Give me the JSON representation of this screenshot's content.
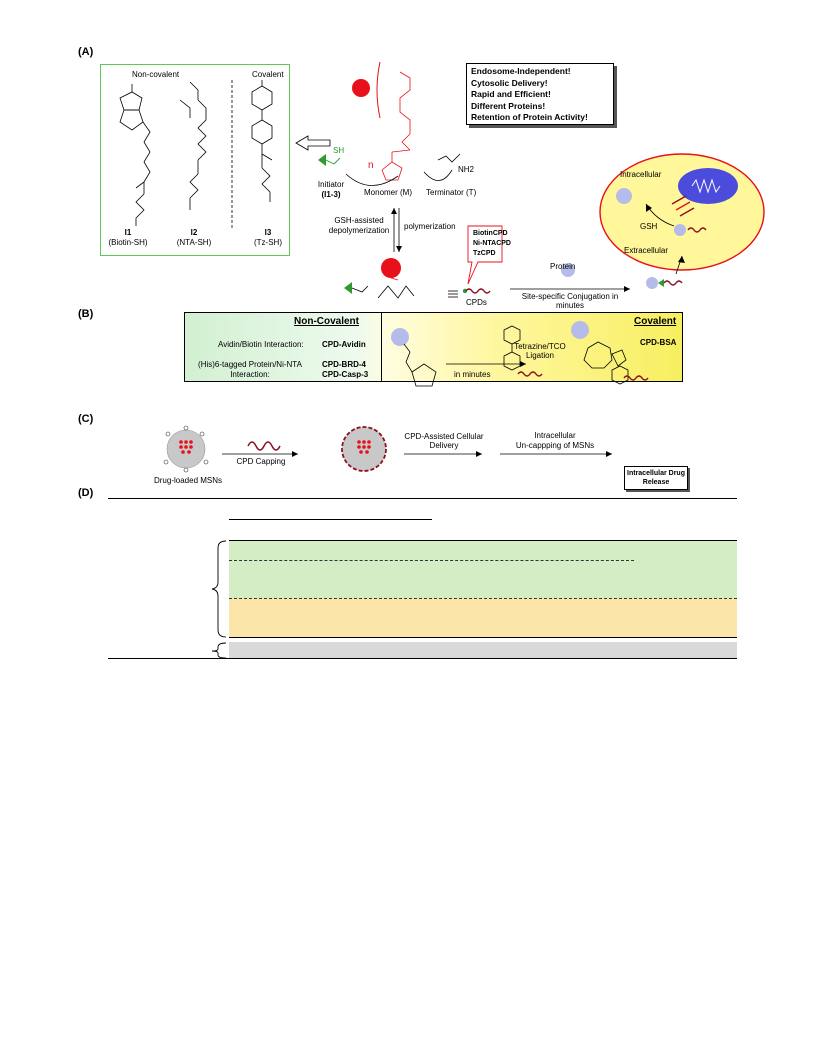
{
  "panels": {
    "a": "(A)",
    "b": "(B)",
    "c": "(C)",
    "d": "(D)"
  },
  "panel_a": {
    "noncovalent_label": "Non-covalent",
    "covalent_label": "Covalent",
    "i1_code": "I1",
    "i1_name": "(Biotin-SH)",
    "i2_code": "I2",
    "i2_name": "(NTA-SH)",
    "i3_code": "I3",
    "i3_name": "(Tz-SH)",
    "features": [
      "Endosome-Independent!",
      "Cytosolic Delivery!",
      "Rapid and Efficient!",
      "Different Proteins!",
      "Retention of Protein Activity!"
    ],
    "initiator_label": "Initiator",
    "initiator_code": "(I1-3)",
    "monomer_label": "Monomer (M)",
    "terminator_label": "Terminator (T)",
    "n_label": "n",
    "gsh_depoly": "GSH-assisted depolymerization",
    "polymerization": "polymerization",
    "cpd_variants": [
      "BiotinCPD",
      "Ni-NTACPD",
      "TzCPD"
    ],
    "cpds_label": "CPDs",
    "protein_label": "Protein",
    "conjugation_label": "Site-specific Conjugation in minutes",
    "intracellular": "Intracellular",
    "extracellular": "Extracellular",
    "gsh": "GSH",
    "sh_label": "SH",
    "nh2_label": "NH2"
  },
  "panel_b": {
    "noncovalent_title": "Non-Covalent",
    "covalent_title": "Covalent",
    "avidin_text": "Avidin/Biotin Interaction:",
    "avidin_code": "CPD-Avidin",
    "his_text": "(His)6-tagged Protein/Ni-NTA Interaction:",
    "his_codes": [
      "CPD-BRD-4",
      "CPD-Casp-3"
    ],
    "ligation": "Tetrazine/TCO Ligation",
    "in_minutes": "in minutes",
    "bsa_code": "CPD-BSA"
  },
  "panel_c": {
    "msn_label": "Drug-loaded MSNs",
    "capping": "CPD Capping",
    "delivery": "CPD-Assisted Cellular Delivery",
    "uncapping_1": "Intracellular",
    "uncapping_2": "Un-cappping of MSNs",
    "release": "Intracellular Drug Release"
  },
  "colors": {
    "green": "#2d9b2d",
    "red": "#e8101a",
    "dark_red": "#8b1020",
    "cell_yellow": "#fff799",
    "nucleus_blue": "#4b4bdc",
    "table_green": "#d4edc4",
    "table_yellow": "#fbe5a8",
    "table_gray": "#d9d9d9"
  }
}
